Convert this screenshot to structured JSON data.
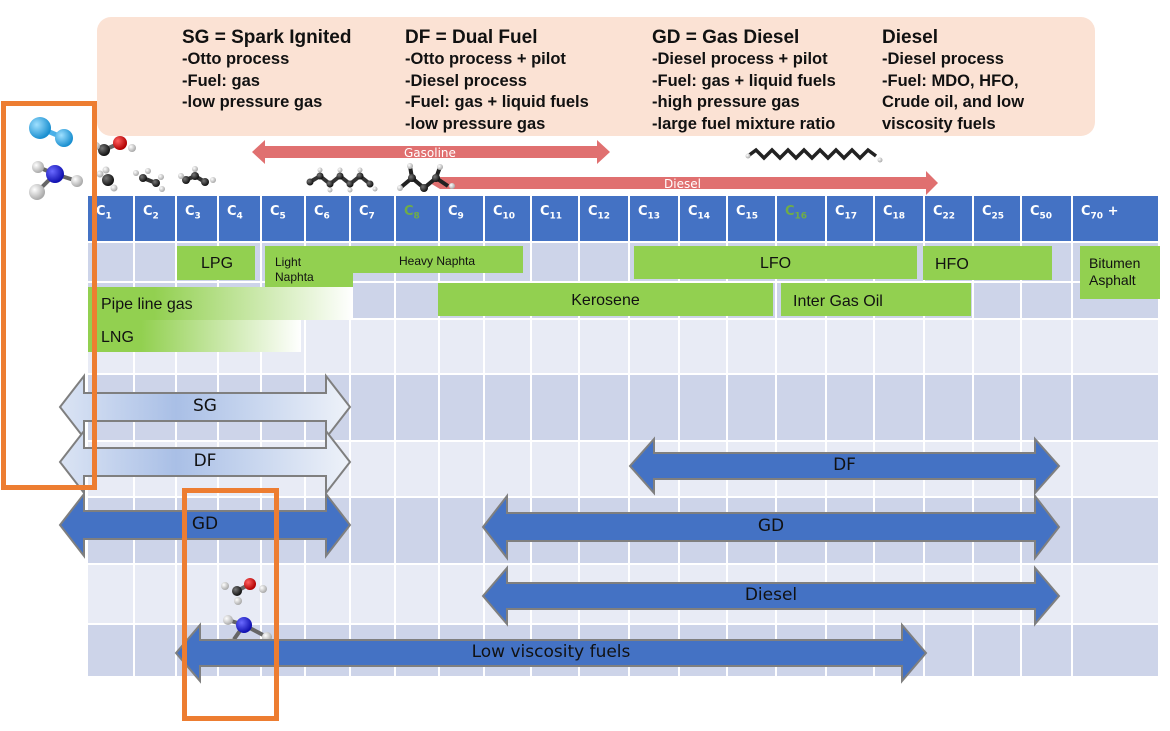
{
  "legend": {
    "columns": [
      {
        "title": "SG = Spark Ignited",
        "lines": [
          "-Otto process",
          "-Fuel: gas",
          "-low pressure gas"
        ]
      },
      {
        "title": "DF = Dual Fuel",
        "lines": [
          "-Otto process + pilot",
          "-Diesel process",
          "-Fuel: gas + liquid fuels",
          "-low pressure gas"
        ]
      },
      {
        "title": "GD = Gas Diesel",
        "lines": [
          "-Diesel process + pilot",
          "-Fuel: gas + liquid fuels",
          "-high pressure gas",
          "-large fuel mixture ratio"
        ]
      },
      {
        "title": "Diesel",
        "lines": [
          "-Diesel process",
          "-Fuel: MDO, HFO,",
          "Crude oil, and low",
          "viscosity fuels"
        ]
      }
    ]
  },
  "fuel_range_arrows": {
    "gasoline": {
      "label": "Gasoline",
      "from": "C5",
      "to": "C12"
    },
    "diesel": {
      "label": "Diesel",
      "from": "C9",
      "to": "C22"
    }
  },
  "carbon_columns": [
    {
      "base": "C",
      "sub": "1",
      "highlight": false
    },
    {
      "base": "C",
      "sub": "2",
      "highlight": false
    },
    {
      "base": "C",
      "sub": "3",
      "highlight": false
    },
    {
      "base": "C",
      "sub": "4",
      "highlight": false
    },
    {
      "base": "C",
      "sub": "5",
      "highlight": false
    },
    {
      "base": "C",
      "sub": "6",
      "highlight": false
    },
    {
      "base": "C",
      "sub": "7",
      "highlight": false
    },
    {
      "base": "C",
      "sub": "8",
      "highlight": true
    },
    {
      "base": "C",
      "sub": "9",
      "highlight": false
    },
    {
      "base": "C",
      "sub": "10",
      "highlight": false
    },
    {
      "base": "C",
      "sub": "11",
      "highlight": false
    },
    {
      "base": "C",
      "sub": "12",
      "highlight": false
    },
    {
      "base": "C",
      "sub": "13",
      "highlight": false
    },
    {
      "base": "C",
      "sub": "14",
      "highlight": false
    },
    {
      "base": "C",
      "sub": "15",
      "highlight": false
    },
    {
      "base": "C",
      "sub": "16",
      "highlight": true
    },
    {
      "base": "C",
      "sub": "17",
      "highlight": false
    },
    {
      "base": "C",
      "sub": "18",
      "highlight": false
    },
    {
      "base": "C",
      "sub": "22",
      "highlight": false
    },
    {
      "base": "C",
      "sub": "25",
      "highlight": false
    },
    {
      "base": "C",
      "sub": "50",
      "highlight": false
    },
    {
      "base": "C",
      "sub": "70",
      "suffix": " +",
      "highlight": false
    }
  ],
  "fuels": [
    {
      "label": "LPG",
      "from": "C3",
      "to": "C4"
    },
    {
      "label": "Light Naphta",
      "from": "C5",
      "to": "C6"
    },
    {
      "label": "Heavy Naphta",
      "from": "C7",
      "to": "C10"
    },
    {
      "label": "LFO",
      "from": "C13",
      "to": "C18"
    },
    {
      "label": "HFO",
      "from": "C22",
      "to": "C25"
    },
    {
      "label": "Bitumen Asphalt",
      "from": "C70+",
      "to": "C70+"
    },
    {
      "label": "Pipe line gas",
      "from": "C1",
      "to": "C6"
    },
    {
      "label": "Kerosene",
      "from": "C9",
      "to": "C15"
    },
    {
      "label": "Inter Gas Oil",
      "from": "C16",
      "to": "C18"
    },
    {
      "label": "LNG",
      "from": "C1",
      "to": "C5"
    }
  ],
  "engine_arrows": [
    {
      "label": "SG",
      "style": "light",
      "from": "H2",
      "to": "C6"
    },
    {
      "label": "DF",
      "style": "light",
      "from": "H2",
      "to": "C6"
    },
    {
      "label": "DF",
      "style": "solid",
      "from": "C13",
      "to": "C50"
    },
    {
      "label": "GD",
      "style": "solid",
      "from": "H2",
      "to": "C6"
    },
    {
      "label": "GD",
      "style": "solid",
      "from": "C10",
      "to": "C50"
    },
    {
      "label": "Diesel",
      "style": "solid",
      "from": "C10",
      "to": "C50"
    },
    {
      "label": "Low viscosity fuels",
      "style": "solid",
      "from": "C3",
      "to": "C18"
    }
  ],
  "molecules": [
    "hydrogen",
    "ammonia",
    "methanol",
    "methane",
    "ethane",
    "propane",
    "heptane",
    "isooctane",
    "hexadecane"
  ],
  "highlight_boxes": [
    "hydrogen-ammonia-column",
    "methanol-ammonia-column"
  ],
  "colors": {
    "header": "#4472c4",
    "fuel": "#92d050",
    "highlight_text": "#70ad47",
    "range_arrow": "#e07070",
    "orange": "#ed7d31",
    "legend_bg": "#fbe2d4"
  }
}
